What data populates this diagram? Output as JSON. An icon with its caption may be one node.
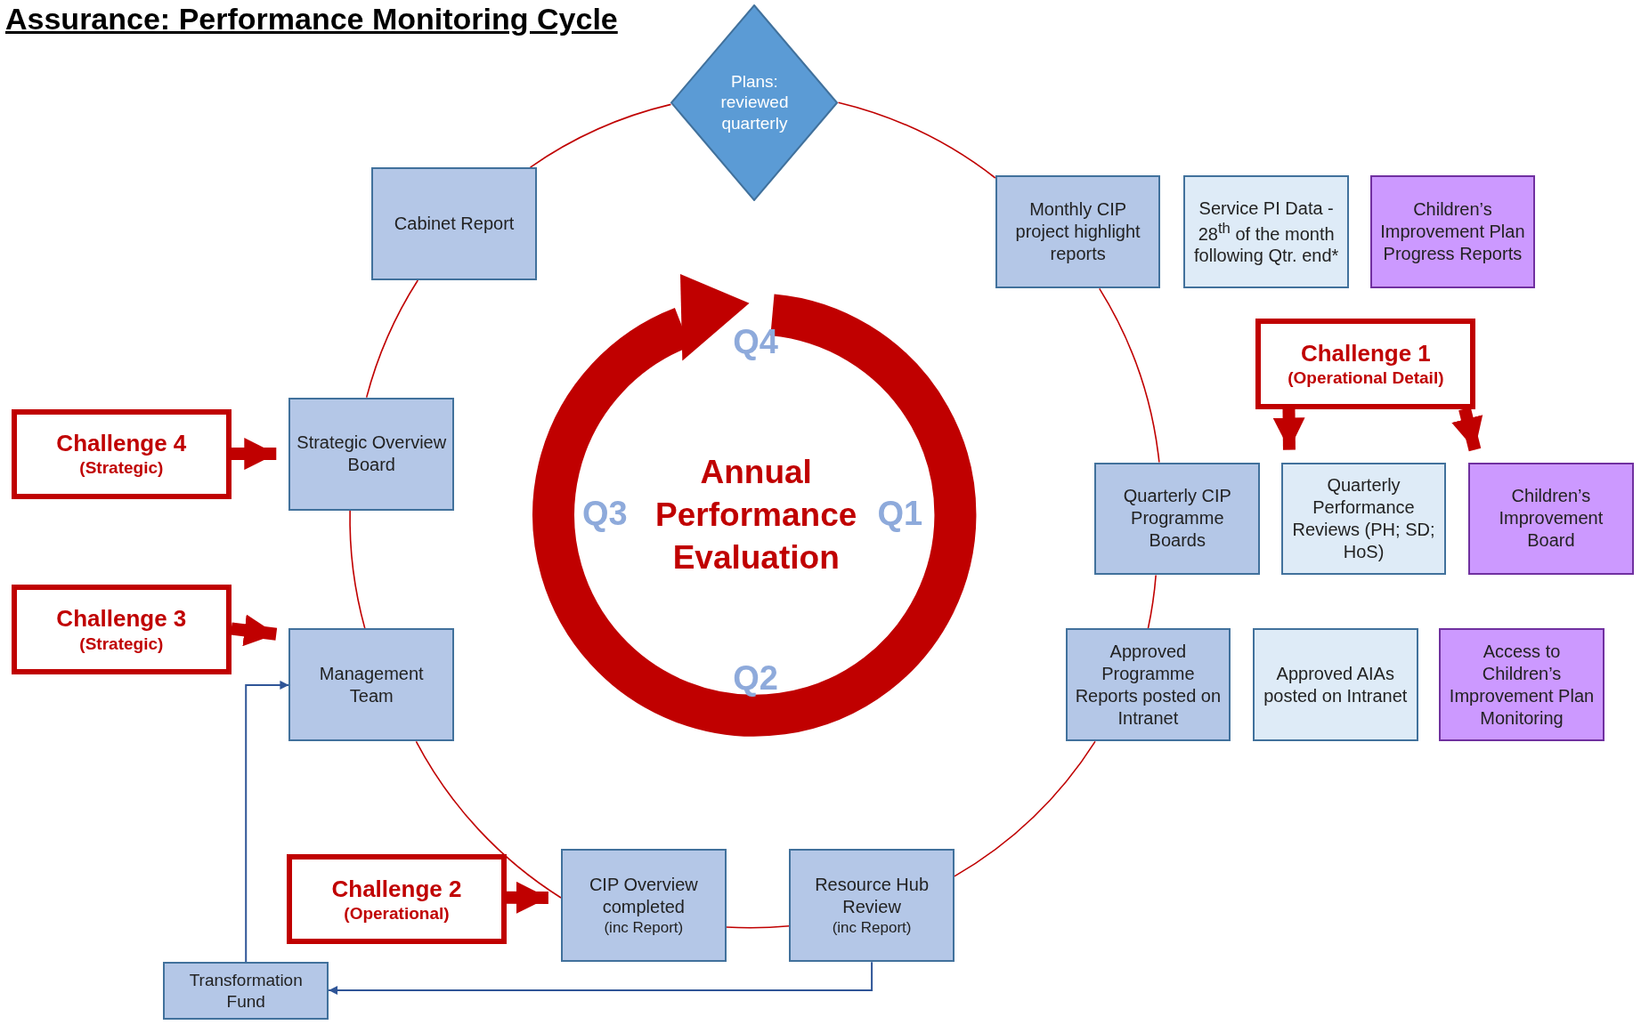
{
  "diagram": {
    "title": "Assurance: Performance Monitoring Cycle",
    "nodes": [
      {
        "text": [
          "Plans: reviewed quarterly"
        ]
      },
      {
        "text": [
          "Monthly CIP project highlight reports"
        ]
      },
      {
        "text": [
          "Service PI Data - 28$^{th}$ of the month following Qtr. end*"
        ]
      },
      {
        "text": [
          "Children’s Improvement Plan Progress Reports"
        ]
      },
      {
        "text": [
          "Challenge 1",
          "(Operational Detail)"
        ]
      },
      {
        "text": [
          "Quarterly CIP Programme Boards"
        ]
      },
      {
        "text": [
          "Quarterly Performance Reviews (PH; SD; HoS)"
        ]
      },
      {
        "text": [
          "Children’s Improvement Board"
        ]
      },
      {
        "text": [
          "Approved Programme Reports posted on Intranet"
        ]
      },
      {
        "text": [
          "Approved AIAs posted on Intranet"
        ]
      },
      {
        "text": [
          "Access to Children’s Improvement Plan Monitoring"
        ]
      },
      {
        "text": [
          "Resource Hub Review",
          "(inc Report)"
        ]
      },
      {
        "text": [
          "CIP Overview completed",
          "(inc Report)"
        ]
      },
      {
        "text": [
          "Challenge 2",
          "(Operational)"
        ]
      },
      {
        "text": [
          "Transformation Fund"
        ]
      },
      {
        "text": [
          "Management Team"
        ]
      },
      {
        "text": [
          "Challenge 3",
          "(Strategic)"
        ]
      },
      {
        "text": [
          "Strategic Overview Board"
        ]
      },
      {
        "text": [
          "Challenge 4",
          "(Strategic)"
        ]
      },
      {
        "text": [
          "Cabinet Report"
        ]
      },
      {
        "text": [
          "Annual Performance Evaluation"
        ]
      }
    ],
    "edges": [
      {
        "from": 0,
        "to": 1,
        "arrow": "none"
      },
      {
        "from": 1,
        "to": 5,
        "arrow": "none"
      },
      {
        "from": 5,
        "to": 8,
        "arrow": "none"
      },
      {
        "from": 8,
        "to": 11,
        "arrow": "none"
      },
      {
        "from": 11,
        "to": 12,
        "arrow": "none"
      },
      {
        "from": 12,
        "to": 15,
        "arrow": "none"
      },
      {
        "from": 15,
        "to": 17,
        "arrow": "none"
      },
      {
        "from": 17,
        "to": 19,
        "arrow": "none"
      },
      {
        "from": 19,
        "to": 0,
        "arrow": "none"
      },
      {
        "from": 4,
        "to": 6,
        "arrow": "to",
        "style": "thick"
      },
      {
        "from": 4,
        "to": 7,
        "arrow": "to",
        "style": "thick"
      },
      {
        "from": 13,
        "to": 12,
        "arrow": "to",
        "style": "thick"
      },
      {
        "from": 16,
        "to": 15,
        "arrow": "to",
        "style": "thick"
      },
      {
        "from": 18,
        "to": 17,
        "arrow": "to",
        "style": "thick"
      },
      {
        "from": 11,
        "to": 14,
        "arrow": "to",
        "color": "#2f5597"
      },
      {
        "from": 14,
        "to": 15,
        "arrow": "to",
        "color": "#2f5597"
      }
    ],
    "labels": [
      "Q4",
      "Q3",
      "Q1",
      "Q2"
    ]
  }
}
